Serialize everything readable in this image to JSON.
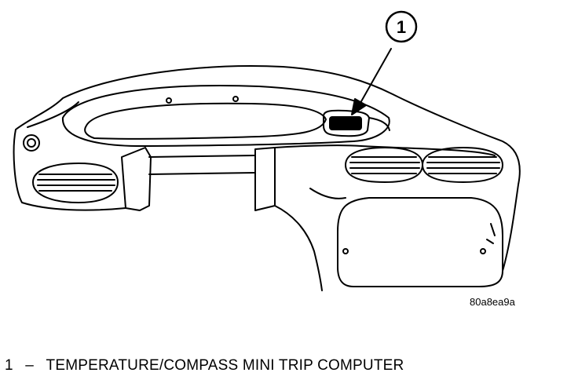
{
  "figure": {
    "callout": {
      "number": "1"
    },
    "code": "80a8ea9a",
    "icon": "instrument-panel-illustration"
  },
  "legend": {
    "number": "1",
    "separator": "–",
    "text": "TEMPERATURE/COMPASS MINI TRIP COMPUTER"
  }
}
